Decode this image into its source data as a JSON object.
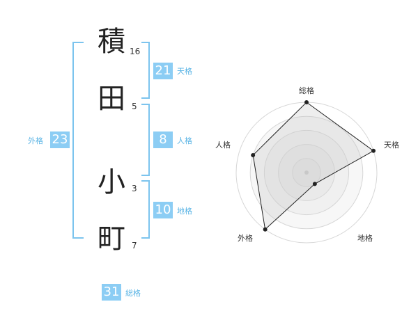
{
  "name": {
    "chars": [
      {
        "char": "積",
        "strokes": "16"
      },
      {
        "char": "田",
        "strokes": "5"
      },
      {
        "char": "小",
        "strokes": "3"
      },
      {
        "char": "町",
        "strokes": "7"
      }
    ]
  },
  "fortunes": {
    "tenkaku": {
      "value": "21",
      "label": "天格"
    },
    "jinkaku": {
      "value": "8",
      "label": "人格"
    },
    "chikaku": {
      "value": "10",
      "label": "地格"
    },
    "gaikaku": {
      "value": "23",
      "label": "外格"
    },
    "soukaku": {
      "value": "31",
      "label": "総格"
    }
  },
  "radar": {
    "axes": [
      "総格",
      "天格",
      "地格",
      "外格",
      "人格"
    ],
    "levels": 5,
    "values": [
      5,
      5,
      1,
      5,
      4
    ],
    "max": 5
  },
  "colors": {
    "accent": "#8ccdf4",
    "accent_text": "#5ab4e5",
    "bracket": "#7cc4ee"
  }
}
